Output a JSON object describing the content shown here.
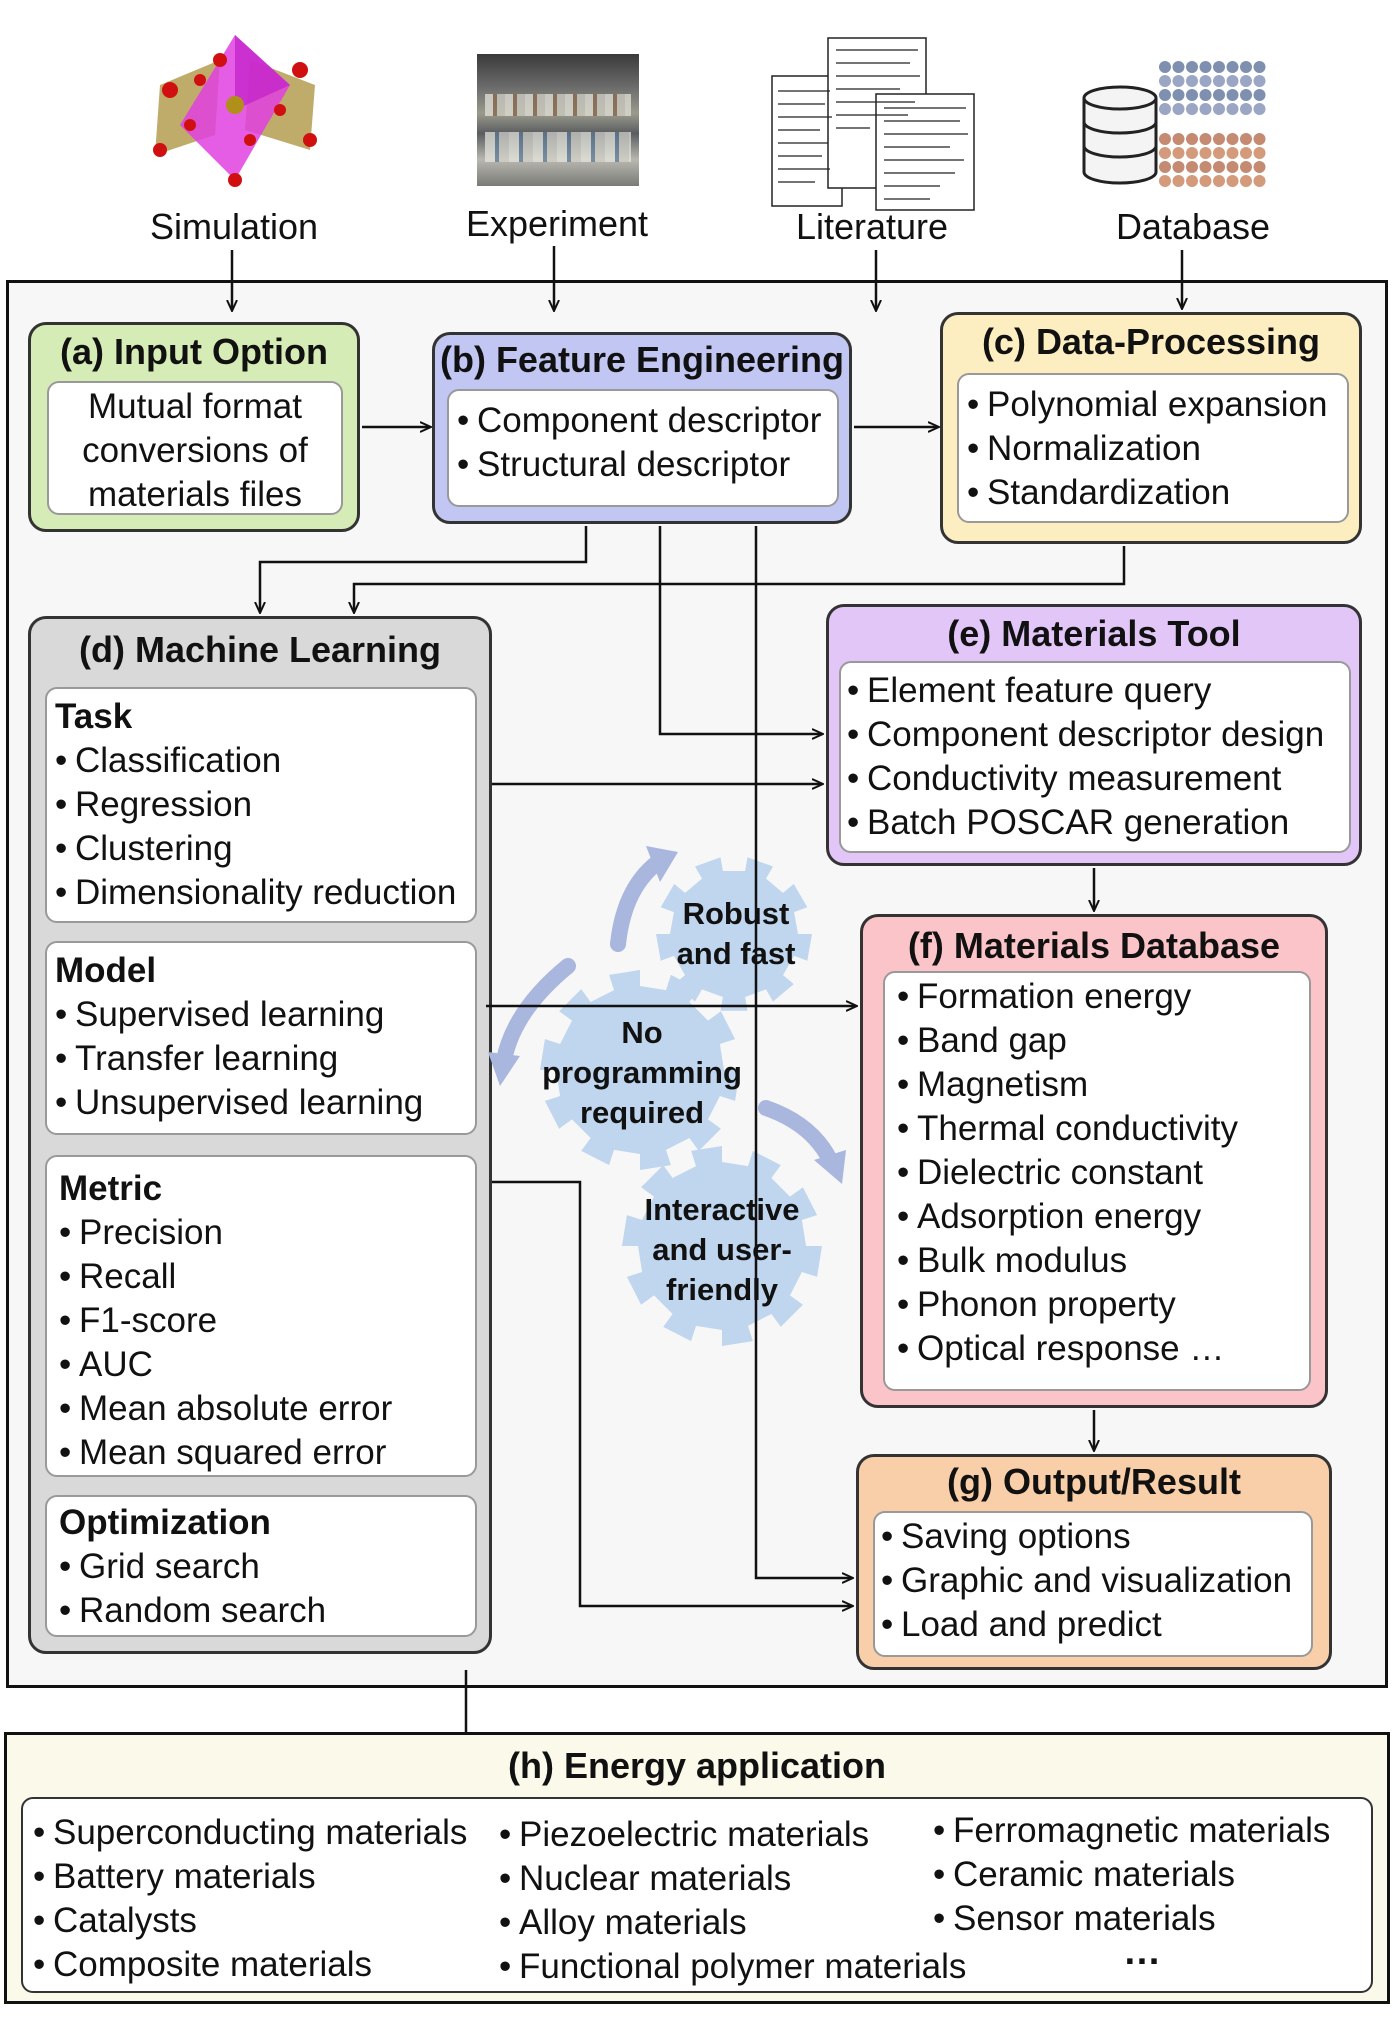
{
  "sources": {
    "simulation": "Simulation",
    "experiment": "Experiment",
    "literature": "Literature",
    "database": "Database"
  },
  "panels": {
    "input_option": {
      "title": "(a) Input Option",
      "lines": [
        "Mutual format",
        "conversions of",
        "materials files"
      ]
    },
    "feature_engineering": {
      "title": "(b) Feature Engineering",
      "items": [
        "Component descriptor",
        "Structural descriptor"
      ]
    },
    "data_processing": {
      "title": "(c) Data-Processing",
      "items": [
        "Polynomial expansion",
        "Normalization",
        "Standardization"
      ]
    },
    "machine_learning": {
      "title": "(d) Machine Learning",
      "task": {
        "heading": "Task",
        "items": [
          "Classification",
          "Regression",
          "Clustering",
          "Dimensionality reduction"
        ]
      },
      "model": {
        "heading": "Model",
        "items": [
          "Supervised learning",
          "Transfer learning",
          "Unsupervised learning"
        ]
      },
      "metric": {
        "heading": "Metric",
        "items": [
          "Precision",
          "Recall",
          "F1-score",
          "AUC",
          "Mean absolute error",
          "Mean squared error"
        ]
      },
      "optimization": {
        "heading": "Optimization",
        "items": [
          "Grid search",
          "Random search"
        ]
      }
    },
    "materials_tool": {
      "title": "(e) Materials Tool",
      "items": [
        "Element feature query",
        "Component descriptor design",
        "Conductivity measurement",
        "Batch POSCAR generation"
      ]
    },
    "materials_database": {
      "title": "(f) Materials Database",
      "items": [
        "Formation energy",
        "Band gap",
        "Magnetism",
        "Thermal conductivity",
        "Dielectric constant",
        "Adsorption energy",
        "Bulk modulus",
        "Phonon property",
        "Optical response …"
      ]
    },
    "output_result": {
      "title": "(g) Output/Result",
      "items": [
        "Saving options",
        "Graphic and visualization",
        "Load and predict"
      ]
    },
    "energy_application": {
      "title": "(h) Energy application",
      "col1": [
        "Superconducting materials",
        "Battery materials",
        "Catalysts",
        "Composite materials"
      ],
      "col2": [
        "Piezoelectric materials",
        "Nuclear materials",
        "Alloy materials",
        "Functional polymer materials"
      ],
      "col3": [
        "Ferromagnetic materials",
        "Ceramic materials",
        "Sensor materials"
      ],
      "ellipsis": "…"
    }
  },
  "gears": {
    "robust": [
      "Robust",
      "and fast"
    ],
    "no_programming": [
      "No",
      "programming",
      "required"
    ],
    "interactive": [
      "Interactive",
      "and user-",
      "friendly"
    ]
  },
  "colors": {
    "input_option_bg": "#d6ecb6",
    "feature_engineering_bg": "#c2c6f2",
    "data_processing_bg": "#fdeec2",
    "machine_learning_bg": "#d9d9d9",
    "materials_tool_bg": "#e2c6f7",
    "materials_database_bg": "#fbc4c8",
    "output_result_bg": "#f9cfa9",
    "energy_application_bg": "#fbfaea",
    "gear": "#c0d6ee",
    "arc_arrow": "#a9b6de"
  }
}
